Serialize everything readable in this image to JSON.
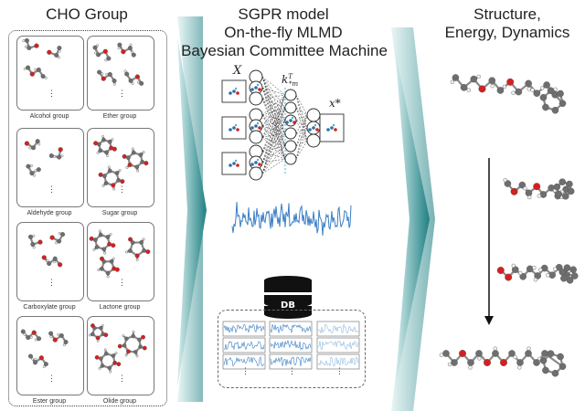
{
  "headings": {
    "left": "CHO Group",
    "middle": [
      "SGPR model",
      "On-the-fly MLMD",
      "Bayesian Committee Machine"
    ],
    "right": [
      "Structure,",
      "Energy, Dynamics"
    ]
  },
  "groups": [
    {
      "label": "Alcohol group"
    },
    {
      "label": "Ether group"
    },
    {
      "label": "Aldehyde group"
    },
    {
      "label": "Sugar group"
    },
    {
      "label": "Carboxylate group"
    },
    {
      "label": "Lactone group"
    },
    {
      "label": "Ester group"
    },
    {
      "label": "Olide group"
    }
  ],
  "ellipsis": "⋮",
  "model": {
    "input_label": "X",
    "kernel_label": "k",
    "kernel_sup": "T",
    "kernel_sub": "*m",
    "output_label": "x*"
  },
  "database": {
    "label": "DB"
  },
  "colors": {
    "arrow_gradient_start": "#d8eeee",
    "arrow_gradient_end": "#1e7f83",
    "signal_line": "#3a7fc4",
    "carbon": "#6e6e6e",
    "oxygen": "#d42020",
    "hydrogen": "#f2f2f2"
  }
}
